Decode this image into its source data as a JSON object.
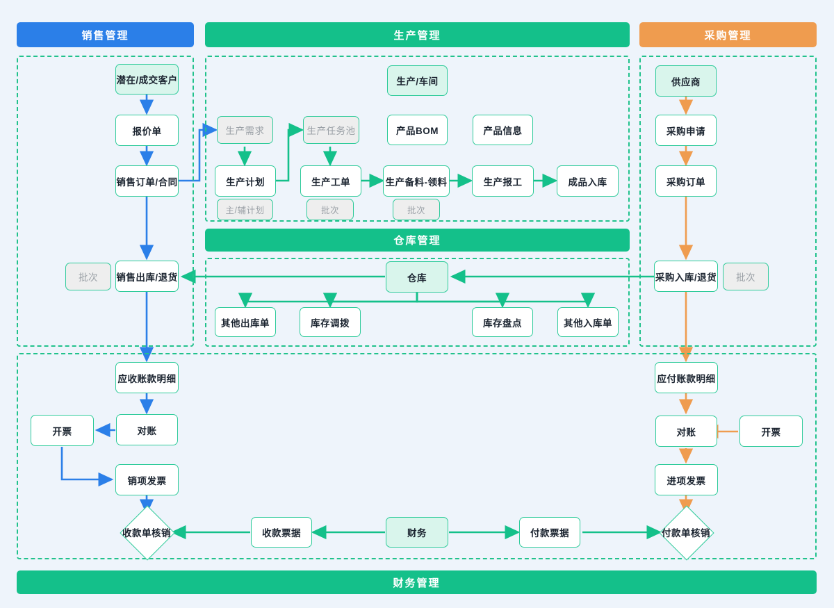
{
  "banners": {
    "sales": {
      "label": "销售管理",
      "color": "#2b7fe8"
    },
    "production": {
      "label": "生产管理",
      "color": "#14c08a"
    },
    "purchase": {
      "label": "采购管理",
      "color": "#ef9c4f"
    },
    "warehouse": {
      "label": "仓库管理",
      "color": "#14c08a"
    },
    "finance": {
      "label": "财务管理",
      "color": "#14c08a"
    }
  },
  "colors": {
    "sales_flow": "#2b7fe8",
    "production_flow": "#14c08a",
    "purchase_flow": "#ef9c4f",
    "node_border": "#2ecb9a",
    "mint_fill": "#d9f5ec",
    "chip_fill": "#eeeeee",
    "chip_text": "#9aa0a6",
    "region_border": "#21c28c",
    "page_bg": "#eef4fb"
  },
  "sales": {
    "customer": "潜在/成交客户",
    "quotation": "报价单",
    "order": "销售订单/合同",
    "outbound": "销售出库/退货",
    "outbound_batch": "批次"
  },
  "production": {
    "workshop": "生产/车间",
    "demand": "生产需求",
    "task_pool": "生产任务池",
    "bom": "产品BOM",
    "product_info": "产品信息",
    "plan": "生产计划",
    "plan_tag": "主/辅计划",
    "work_order": "生产工单",
    "work_order_tag": "批次",
    "material": "生产备料-领料",
    "material_tag": "批次",
    "report": "生产报工",
    "finished_in": "成品入库"
  },
  "purchase": {
    "supplier": "供应商",
    "requisition": "采购申请",
    "order": "采购订单",
    "inbound": "采购入库/退货",
    "inbound_batch": "批次"
  },
  "warehouse": {
    "hub": "仓库",
    "other_out": "其他出库单",
    "transfer": "库存调拨",
    "stocktake": "库存盘点",
    "other_in": "其他入库单"
  },
  "finance_left": {
    "receivable": "应收账款明细",
    "reconcile": "对账",
    "invoice_make": "开票",
    "output_invoice": "销项发票",
    "receipt_writeoff": "收款单核销"
  },
  "finance_right": {
    "payable": "应付账款明细",
    "reconcile": "对账",
    "invoice_make": "开票",
    "input_invoice": "进项发票",
    "payment_writeoff": "付款单核销"
  },
  "finance_bottom": {
    "receipt_doc": "收款票据",
    "hub": "财务",
    "payment_doc": "付款票据"
  }
}
